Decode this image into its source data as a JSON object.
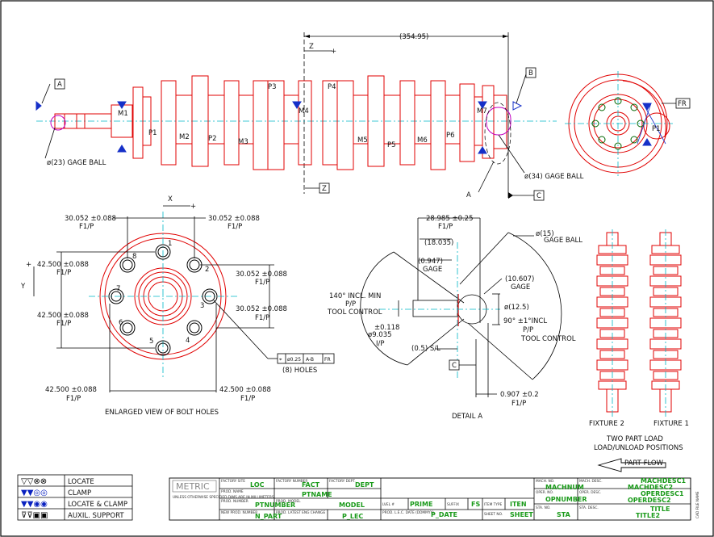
{
  "top_view": {
    "dim_top": "(354.95)",
    "z_label": "Z",
    "plus": "+",
    "datum_a": "A",
    "datum_b": "B",
    "datum_c": "C",
    "datum_z": "Z",
    "datum_fr": "FR",
    "gage_ball_left": "ø(23) GAGE BALL",
    "gage_ball_right": "ø(34) GAGE BALL",
    "detail_ref": "A",
    "journals": [
      "M1",
      "P1",
      "M2",
      "P2",
      "M3",
      "P3",
      "M4",
      "P4",
      "M5",
      "P5",
      "M6",
      "P6",
      "M7"
    ],
    "end_p1": "P1"
  },
  "bolt_view": {
    "x_label": "X",
    "y_label": "Y",
    "plus": "+",
    "dim1": "30.052 ±0.088",
    "dim2": "30.052 ±0.088",
    "dim3": "30.052 ±0.088",
    "dim4": "30.052 ±0.088",
    "dim5": "42.500 ±0.088",
    "dim6": "42.500 ±0.088",
    "dim7": "42.500 ±0.088",
    "dim8": "42.500 ±0.088",
    "fp": "F1/P",
    "holes": [
      "1",
      "2",
      "3",
      "4",
      "5",
      "6",
      "7",
      "8"
    ],
    "tol_frame": [
      "ø0.25",
      "A-B",
      "FR"
    ],
    "holes_note": "(8) HOLES",
    "caption": "ENLARGED VIEW OF BOLT HOLES"
  },
  "detail_view": {
    "d1": "28.985 ±0.25",
    "d1_fp": "F1/P",
    "d2": "(18.035)",
    "d3": "(0.947)",
    "d3_sub": "GAGE",
    "gage_ball": "ø(15)",
    "gage_ball_sub": "GAGE BALL",
    "d4": "(10.607)",
    "d4_sub": "GAGE",
    "d5": "ø(12.5)",
    "angle1": "140° INCL. MIN",
    "angle1_b": "P/P",
    "angle1_c": "TOOL CONTROL",
    "angle2": "90° ±1°INCL",
    "angle2_b": "P/P",
    "angle2_c": "TOOL CONTROL",
    "d6": "±0.118",
    "d7": "ø9.035",
    "d7_sub": "I/P",
    "sl": "(0.5) S/L",
    "datum_c": "C",
    "d8": "0.907 ±0.2",
    "d8_fp": "F1/P",
    "caption": "DETAIL  A"
  },
  "fixtures": {
    "label_left": "FIXTURE 2",
    "label_right": "FIXTURE 1",
    "note1": "TWO PART LOAD",
    "note2": "LOAD/UNLOAD POSITIONS",
    "flow": "PART FLOW"
  },
  "legend": {
    "items": [
      "LOCATE",
      "CLAMP",
      "LOCATE & CLAMP",
      "AUXIL. SUPPORT"
    ]
  },
  "title_block": {
    "metric": "METRIC",
    "metric_note": "UNLESS OTHERWISE SPECIFIED DIMS ARE IN MILLIMETERS",
    "factory_site_h": "FACTORY SITE",
    "factory_site": "LOC",
    "factory_num_h": "FACTORY NUMBER",
    "factory_num": "FACT",
    "factory_dept_h": "FACTORY DEPT.",
    "factory_dept": "DEPT",
    "prod_name_h": "PROD. NAME",
    "prod_name": "PTNAME",
    "prod_number_h": "PROD. NUMBER",
    "prod_number": "PTNUMBER",
    "prod_model_h": "PROD. MODEL",
    "prod_model": "MODEL",
    "new_prod_h": "NEW PROD. NUMBER",
    "new_prod": "N_PART",
    "latest_h": "PROD. LATEST ENG CHANGE",
    "latest": "P_LEC",
    "level_h": "LVEL #",
    "level": "PRIME",
    "suffix_h": "SUFFIX",
    "suffix": "FS",
    "item_type_h": "ITEM TYPE",
    "item_type": "ITEN",
    "lec_date_h": "PROD. L.E.C. DATE (DDMMYY)",
    "lec_date": "P_DATE",
    "sheet_h": "SHEET NO.",
    "sheet": "SHEET",
    "mach_no_h": "MACH. NO.",
    "mach_no": "MACHNUM",
    "mach_desc_h": "MACH. DESC.",
    "mach_desc1": "MACHDESC1",
    "mach_desc2": "MACHDESC2",
    "oper_no_h": "OPER. NO.",
    "oper_no": "OPNUMBER",
    "oper_desc_h": "OPER. DESC.",
    "oper_desc1": "OPERDESC1",
    "oper_desc2": "OPERDESC2",
    "sta_no_h": "STA. NO.",
    "sta_no": "STA",
    "sta_desc_h": "STA. DESC.",
    "title1": "TITLE",
    "title2": "TITLE2",
    "cad_file_h": "CAD FILE NAME"
  }
}
